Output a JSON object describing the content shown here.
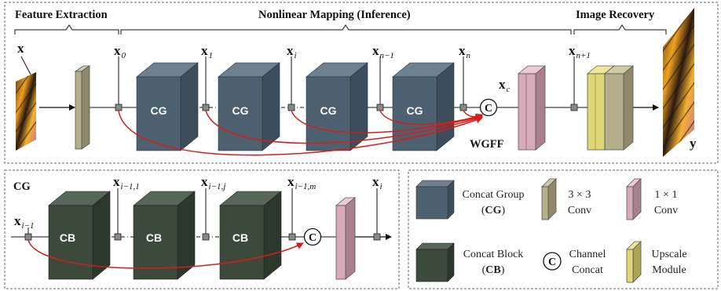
{
  "sections": {
    "feature_extraction": "Feature Extraction",
    "nonlinear_mapping": "Nonlinear Mapping (Inference)",
    "image_recovery": "Image Recovery"
  },
  "top": {
    "input_var": "x",
    "output_var": "y",
    "x0": {
      "base": "x",
      "sub": "0"
    },
    "x1": {
      "base": "x",
      "sub": "1"
    },
    "xi": {
      "base": "x",
      "sub": "i"
    },
    "xn1": {
      "base": "x",
      "sub": "n−1"
    },
    "xn": {
      "base": "x",
      "sub": "n"
    },
    "xc": {
      "base": "x",
      "sub": "c"
    },
    "xnp1": {
      "base": "x",
      "sub": "n+1"
    },
    "block_label": "CG",
    "concat_symbol": "C",
    "wgff_label": "WGFF"
  },
  "bottom": {
    "title": "CG",
    "x_in": {
      "base": "x",
      "sub": "i−1"
    },
    "x1": {
      "base": "x",
      "sub": "i−1,1"
    },
    "xj": {
      "base": "x",
      "sub": "i−1,j"
    },
    "xm": {
      "base": "x",
      "sub": "i−1,m"
    },
    "x_out": {
      "base": "x",
      "sub": "i"
    },
    "block_label": "CB",
    "concat_symbol": "C"
  },
  "legend": {
    "concat_group": {
      "line1": "Concat Group",
      "open": "(",
      "abbr": "CG",
      "close": ")"
    },
    "conv3": {
      "line1": "3 × 3",
      "line2": "Conv"
    },
    "conv1": {
      "line1": "1 × 1",
      "line2": "Conv"
    },
    "concat_block": {
      "line1": "Concat Block",
      "open": "(",
      "abbr": "CB",
      "close": ")"
    },
    "channel_concat": {
      "symbol": "C",
      "line1": "Channel",
      "line2": "Concat"
    },
    "upscale": {
      "line1": "Upscale",
      "line2": "Module"
    }
  },
  "colors": {
    "cg_block": "#4d6170",
    "cb_block": "#3c4a3c",
    "conv3": "#b5ae8a",
    "conv1": "#d8a9b9",
    "upscale": "#e0d676",
    "skip_arrow": "#d61c1c"
  }
}
